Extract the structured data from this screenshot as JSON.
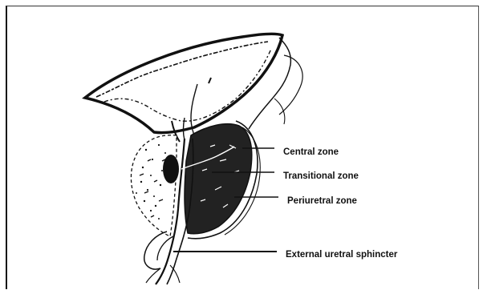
{
  "figure": {
    "labels": {
      "central_zone": "Central zone",
      "transitional_zone": "Transitional zone",
      "periuretral_zone": "Periuretral zone",
      "external_sphincter": "External uretral sphincter"
    },
    "colors": {
      "ink": "#111111",
      "dark_zone": "#222222",
      "paper": "#ffffff"
    }
  }
}
